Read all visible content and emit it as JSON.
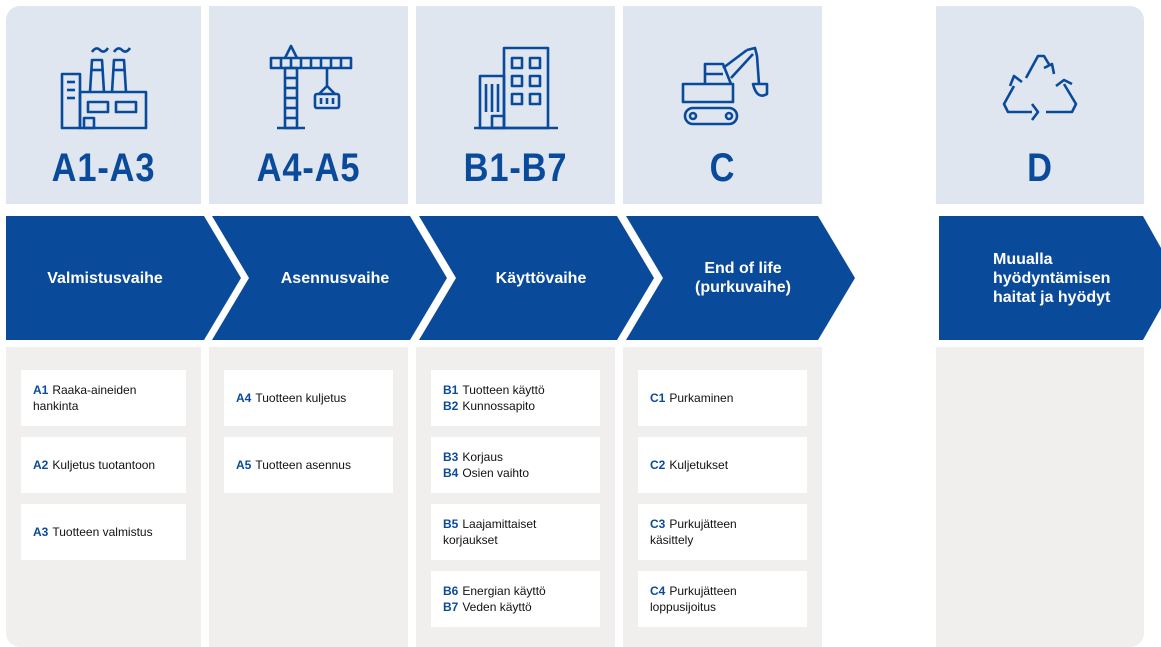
{
  "columns": [
    {
      "code": "A1-A3",
      "icon": "factory-icon",
      "phase": "Valmistusvaihe",
      "items": [
        [
          {
            "code": "A1",
            "text": "Raaka-aineiden\nhankinta"
          }
        ],
        [
          {
            "code": "A2",
            "text": "Kuljetus tuotantoon"
          }
        ],
        [
          {
            "code": "A3",
            "text": "Tuotteen valmistus"
          }
        ]
      ]
    },
    {
      "code": "A4-A5",
      "icon": "construction-crane-icon",
      "phase": "Asennusvaihe",
      "items": [
        [
          {
            "code": "A4",
            "text": "Tuotteen kuljetus"
          }
        ],
        [
          {
            "code": "A5",
            "text": "Tuotteen asennus"
          }
        ]
      ]
    },
    {
      "code": "B1-B7",
      "icon": "buildings-icon",
      "phase": "Käyttövaihe",
      "items": [
        [
          {
            "code": "B1",
            "text": "Tuotteen käyttö"
          },
          {
            "code": "B2",
            "text": "Kunnossapito"
          }
        ],
        [
          {
            "code": "B3",
            "text": "Korjaus"
          },
          {
            "code": "B4",
            "text": "Osien vaihto"
          }
        ],
        [
          {
            "code": "B5",
            "text": "Laajamittaiset\nkorjaukset"
          }
        ],
        [
          {
            "code": "B6",
            "text": "Energian käyttö"
          },
          {
            "code": "B7",
            "text": "Veden käyttö"
          }
        ]
      ]
    },
    {
      "code": "C",
      "icon": "excavator-icon",
      "phase": "End of life\n(purkuvaihe)",
      "items": [
        [
          {
            "code": "C1",
            "text": "Purkaminen"
          }
        ],
        [
          {
            "code": "C2",
            "text": "Kuljetukset"
          }
        ],
        [
          {
            "code": "C3",
            "text": "Purkujätteen\nkäsittely"
          }
        ],
        [
          {
            "code": "C4",
            "text": "Purkujätteen\nloppusijoitus"
          }
        ]
      ]
    },
    {
      "code": "D",
      "icon": "recycle-icon",
      "phase": "Muualla\nhyödyntämisen\nhaitat ja hyödyt",
      "items": []
    }
  ],
  "colors": {
    "primary": "#0a4a9a",
    "top_bg": "#dfe6f0",
    "bottom_bg": "#f1efed"
  }
}
